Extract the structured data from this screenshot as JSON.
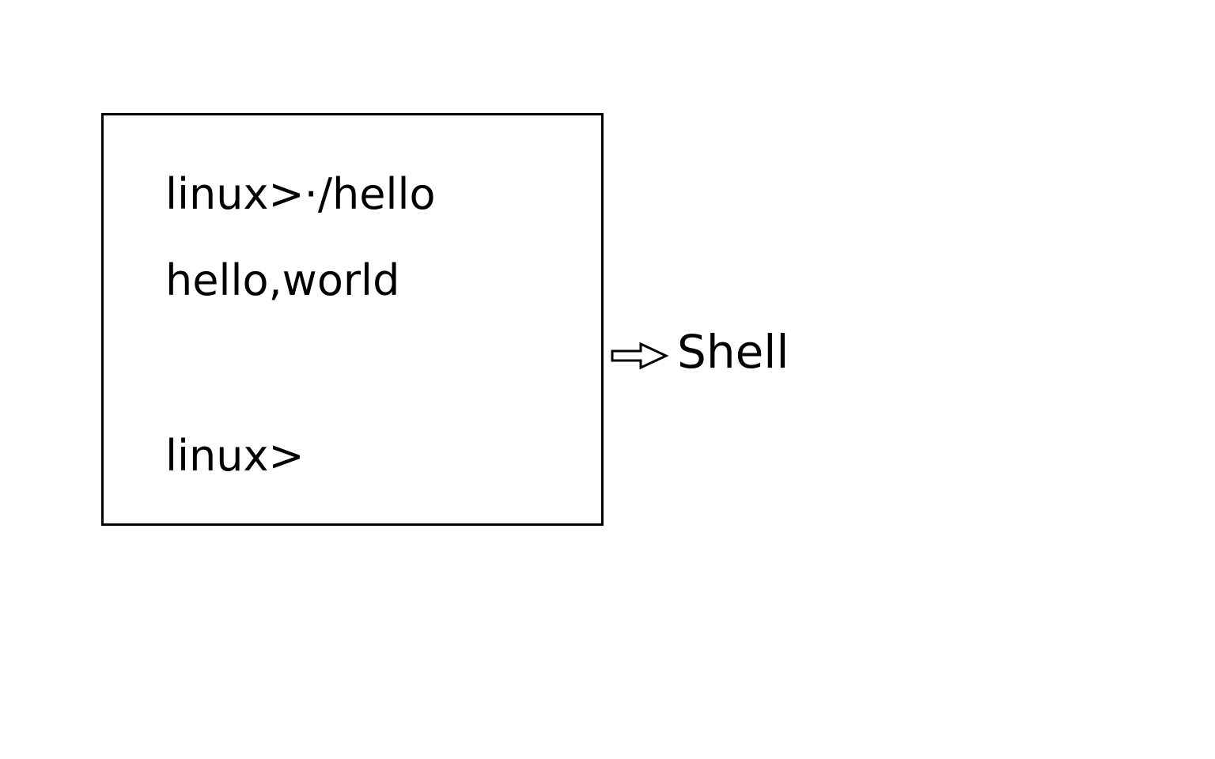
{
  "terminal": {
    "lines": [
      "linux>·/hello",
      "hello,world",
      "linux>"
    ]
  },
  "label": {
    "text": "Shell"
  },
  "icons": {
    "pointer": "right-arrow-icon"
  },
  "colors": {
    "stroke": "#000000",
    "background": "#ffffff"
  }
}
